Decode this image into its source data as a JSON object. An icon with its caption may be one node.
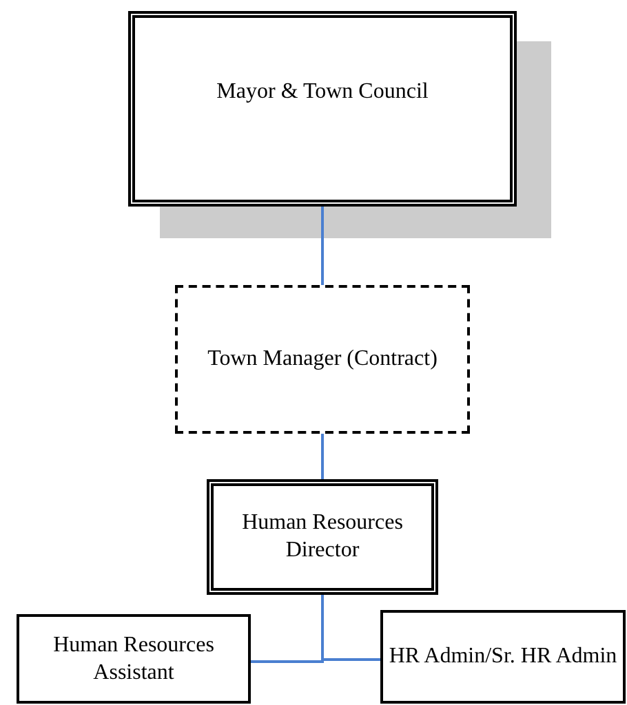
{
  "diagram": {
    "nodes": [
      {
        "text": [
          "Mayor & Town Council"
        ]
      },
      {
        "text": [
          "Town Manager (Contract)"
        ]
      },
      {
        "text": [
          "Human Resources Director"
        ]
      },
      {
        "text": [
          "Human Resources Assistant"
        ]
      },
      {
        "text": [
          "HR Admin/Sr. HR Admin"
        ]
      }
    ],
    "edges": [
      {
        "from": 0,
        "to": 1,
        "arrow": "none"
      },
      {
        "from": 1,
        "to": 2,
        "arrow": "none"
      },
      {
        "from": 2,
        "to": 3,
        "arrow": "none"
      },
      {
        "from": 2,
        "to": 4,
        "arrow": "none"
      }
    ]
  }
}
